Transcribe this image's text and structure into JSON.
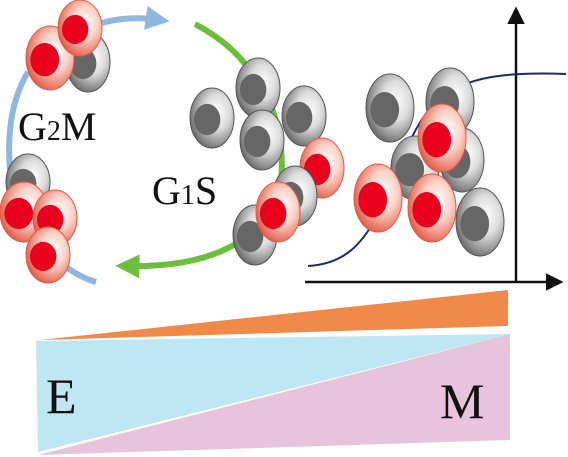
{
  "labels": {
    "g2m_main": "G",
    "g2m_sub": "2",
    "g2m_tail": "M",
    "g1s_main": "G",
    "g1s_sub": "1",
    "g1s_tail": "S",
    "e": "E",
    "m": "M"
  },
  "colors": {
    "red_nucleus": "#e8001c",
    "red_cell_edge": "#e05a48",
    "grey_nucleus": "#666666",
    "grey_cell_edge": "#555555",
    "arrow_blue": "#8fb8e0",
    "arrow_green": "#6cbf3a",
    "curve": "#1a2a7a",
    "axis": "#111111",
    "orange": "#f08a4b",
    "cyan": "#bfe6f3",
    "pink": "#e8c3dc"
  },
  "icons": {
    "red_cell": "red-cell-icon",
    "grey_cell": "grey-cell-icon"
  }
}
